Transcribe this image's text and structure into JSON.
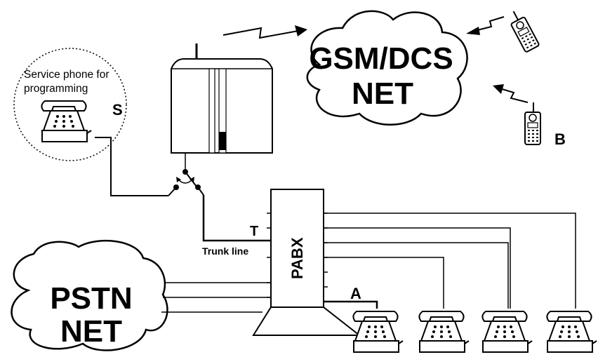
{
  "labels": {
    "gsm_line1": "GSM/DCS",
    "gsm_line2": "NET",
    "pstn_line1": "PSTN",
    "pstn_line2": "NET",
    "service_line1": "Service phone for",
    "service_line2": "programming",
    "phone_s": "S",
    "phone_b": "B",
    "phone_a": "A",
    "trunk_t": "T",
    "trunk_line": "Trunk line",
    "pabx": "PABX"
  },
  "colors": {
    "stroke": "#000000",
    "background": "#ffffff"
  }
}
